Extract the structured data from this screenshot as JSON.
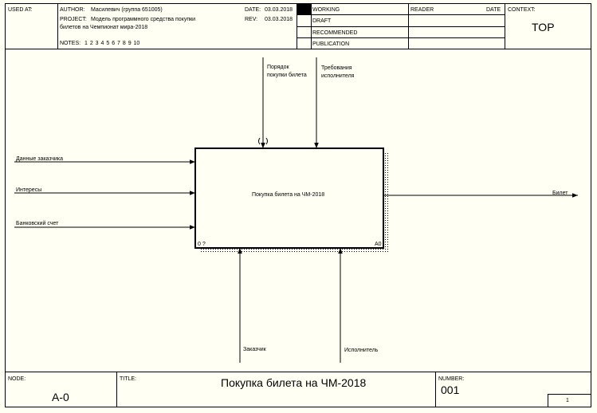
{
  "header": {
    "used_at_label": "USED AT:",
    "author_label": "AUTHOR:",
    "author_value": "Масилевич (группа 651005)",
    "project_label": "PROJECT:",
    "project_value_line1": "Модель программного средства покупки",
    "project_value_line2": "билетов на Чемпионат мира-2018",
    "notes_label": "NOTES:",
    "notes_value": "1 2 3 4 5 6 7 8 9 10",
    "date_label": "DATE:",
    "date_value": "03.03.2018",
    "rev_label": "REV:",
    "rev_value": "03.03.2018",
    "status": [
      "WORKING",
      "DRAFT",
      "RECOMMENDED",
      "PUBLICATION"
    ],
    "reader_label": "READER",
    "reader_date_label": "DATE",
    "context_label": "CONTEXT:",
    "context_value": "TOP"
  },
  "diagram": {
    "activity_label": "Покупка билета на ЧМ-2018",
    "activity_cost": "0 ?",
    "activity_number": "A0",
    "inputs": [
      "Данные заказчика",
      "Интересы",
      "Банковский счет"
    ],
    "output": "Билет",
    "control1_line1": "Порядок",
    "control1_line2": "покупки билета",
    "control2_line1": "Требования",
    "control2_line2": "исполнителя",
    "mechanisms": [
      "Заказчик",
      "Исполнитель"
    ]
  },
  "footer": {
    "node_label": "NODE:",
    "node_value": "A-0",
    "title_label": "TITLE:",
    "title_value": "Покупка билета на ЧМ-2018",
    "number_label": "NUMBER:",
    "number_value": "001",
    "page": "1"
  }
}
